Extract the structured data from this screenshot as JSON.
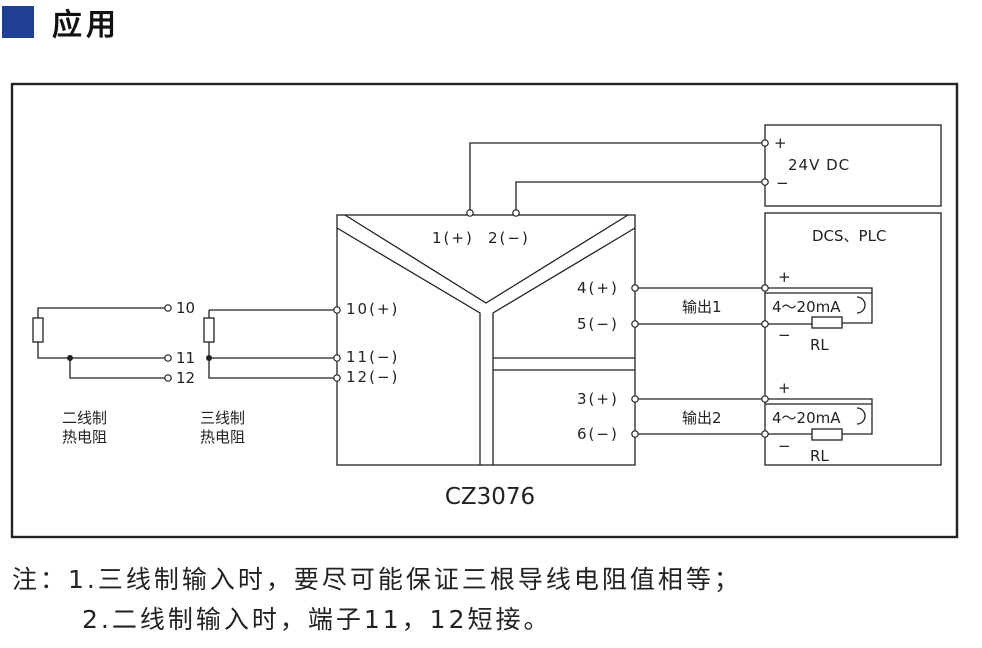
{
  "header": {
    "title": "应用"
  },
  "diagram": {
    "device": {
      "model": "CZ3076"
    },
    "power_terminals": {
      "t1": "1(+)",
      "t2": "2(−)"
    },
    "input_terminals": {
      "t10": "10(+)",
      "t11": "11(−)",
      "t12": "12(−)"
    },
    "output1_terminals": {
      "pos": "4(+)",
      "neg": "5(−)"
    },
    "output2_terminals": {
      "pos": "3(+)",
      "neg": "6(−)"
    },
    "output_labels": {
      "out1": "输出1",
      "out2": "输出2"
    },
    "power_supply": {
      "label": "24V DC",
      "plus": "+",
      "minus": "−"
    },
    "dcs_box": {
      "title": "DCS、PLC",
      "loop1": {
        "plus": "+",
        "minus": "−",
        "current": "4～20mA",
        "load": "RL"
      },
      "loop2": {
        "plus": "+",
        "minus": "−",
        "current": "4～20mA",
        "load": "RL"
      }
    },
    "two_wire": {
      "t10": "10",
      "t11": "11",
      "t12": "12",
      "label_line1": "二线制",
      "label_line2": "热电阻"
    },
    "three_wire": {
      "label_line1": "三线制",
      "label_line2": "热电阻"
    }
  },
  "notes": {
    "line1": "注：1.三线制输入时，要尽可能保证三根导线电阻值相等；",
    "line2": "2.二线制输入时，端子11，12短接。"
  }
}
